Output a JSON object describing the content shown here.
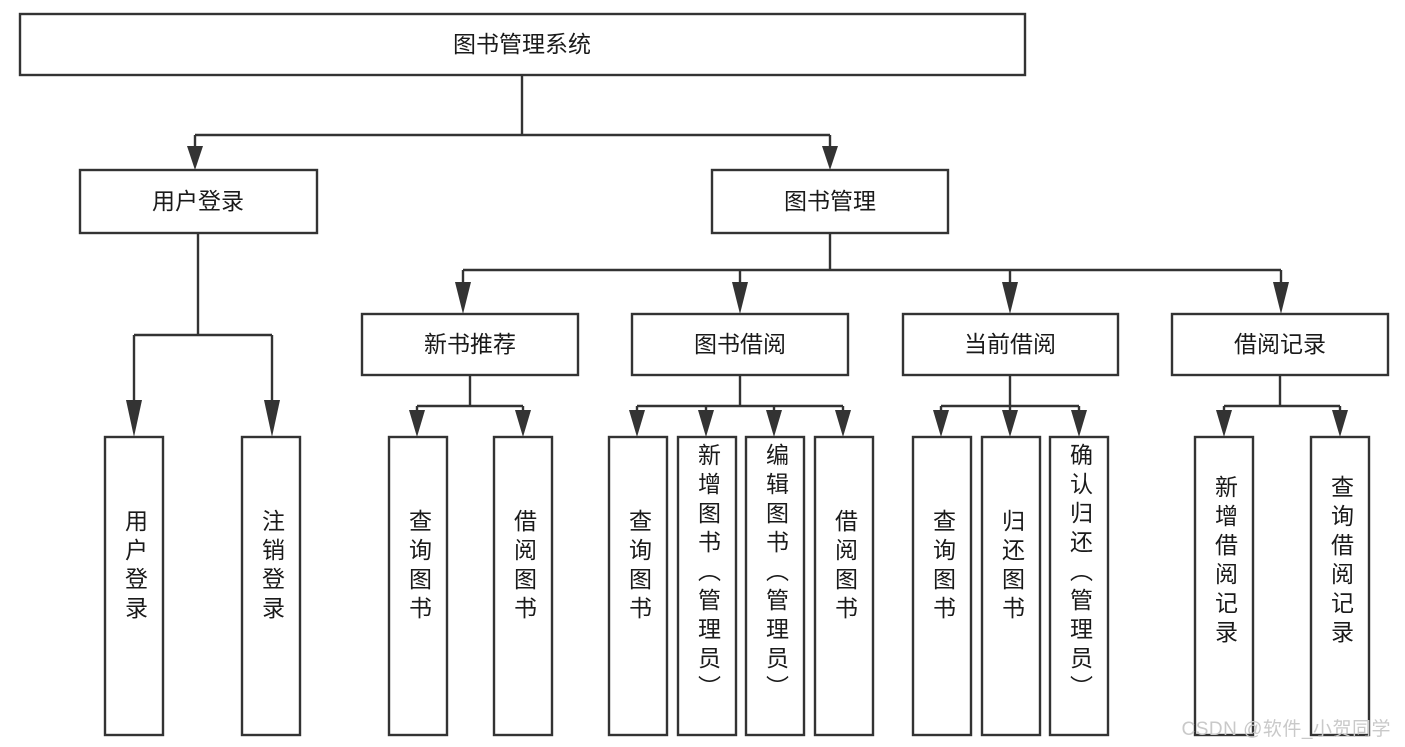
{
  "diagram": {
    "title_node": {
      "label": "图书管理系统"
    },
    "level1": [
      {
        "id": "user-login",
        "label": "用户登录"
      },
      {
        "id": "book-management",
        "label": "图书管理"
      }
    ],
    "level2": [
      {
        "id": "new-book-recommend",
        "label": "新书推荐"
      },
      {
        "id": "book-borrow",
        "label": "图书借阅"
      },
      {
        "id": "current-borrow",
        "label": "当前借阅"
      },
      {
        "id": "borrow-record",
        "label": "借阅记录"
      }
    ],
    "leaves": {
      "user-login": [
        {
          "id": "user-login-leaf",
          "label": "用户登录"
        },
        {
          "id": "logout-leaf",
          "label": "注销登录"
        }
      ],
      "new-book-recommend": [
        {
          "id": "query-book-1",
          "label": "查询图书"
        },
        {
          "id": "borrow-book-1",
          "label": "借阅图书"
        }
      ],
      "book-borrow": [
        {
          "id": "query-book-2",
          "label": "查询图书"
        },
        {
          "id": "add-book",
          "label": "新增图书（管理员）"
        },
        {
          "id": "edit-book",
          "label": "编辑图书（管理员）"
        },
        {
          "id": "borrow-book-2",
          "label": "借阅图书"
        }
      ],
      "current-borrow": [
        {
          "id": "query-book-3",
          "label": "查询图书"
        },
        {
          "id": "return-book",
          "label": "归还图书"
        },
        {
          "id": "confirm-return",
          "label": "确认归还（管理员）"
        }
      ],
      "borrow-record": [
        {
          "id": "add-borrow-record",
          "label": "新增借阅记录"
        },
        {
          "id": "query-borrow-record",
          "label": "查询借阅记录"
        }
      ]
    },
    "colors": {
      "stroke": "#333333",
      "fill": "#ffffff",
      "text": "#1a1a1a",
      "watermark": "#c9c9c9"
    }
  },
  "watermark": {
    "text": "CSDN @软件_小贺同学"
  }
}
